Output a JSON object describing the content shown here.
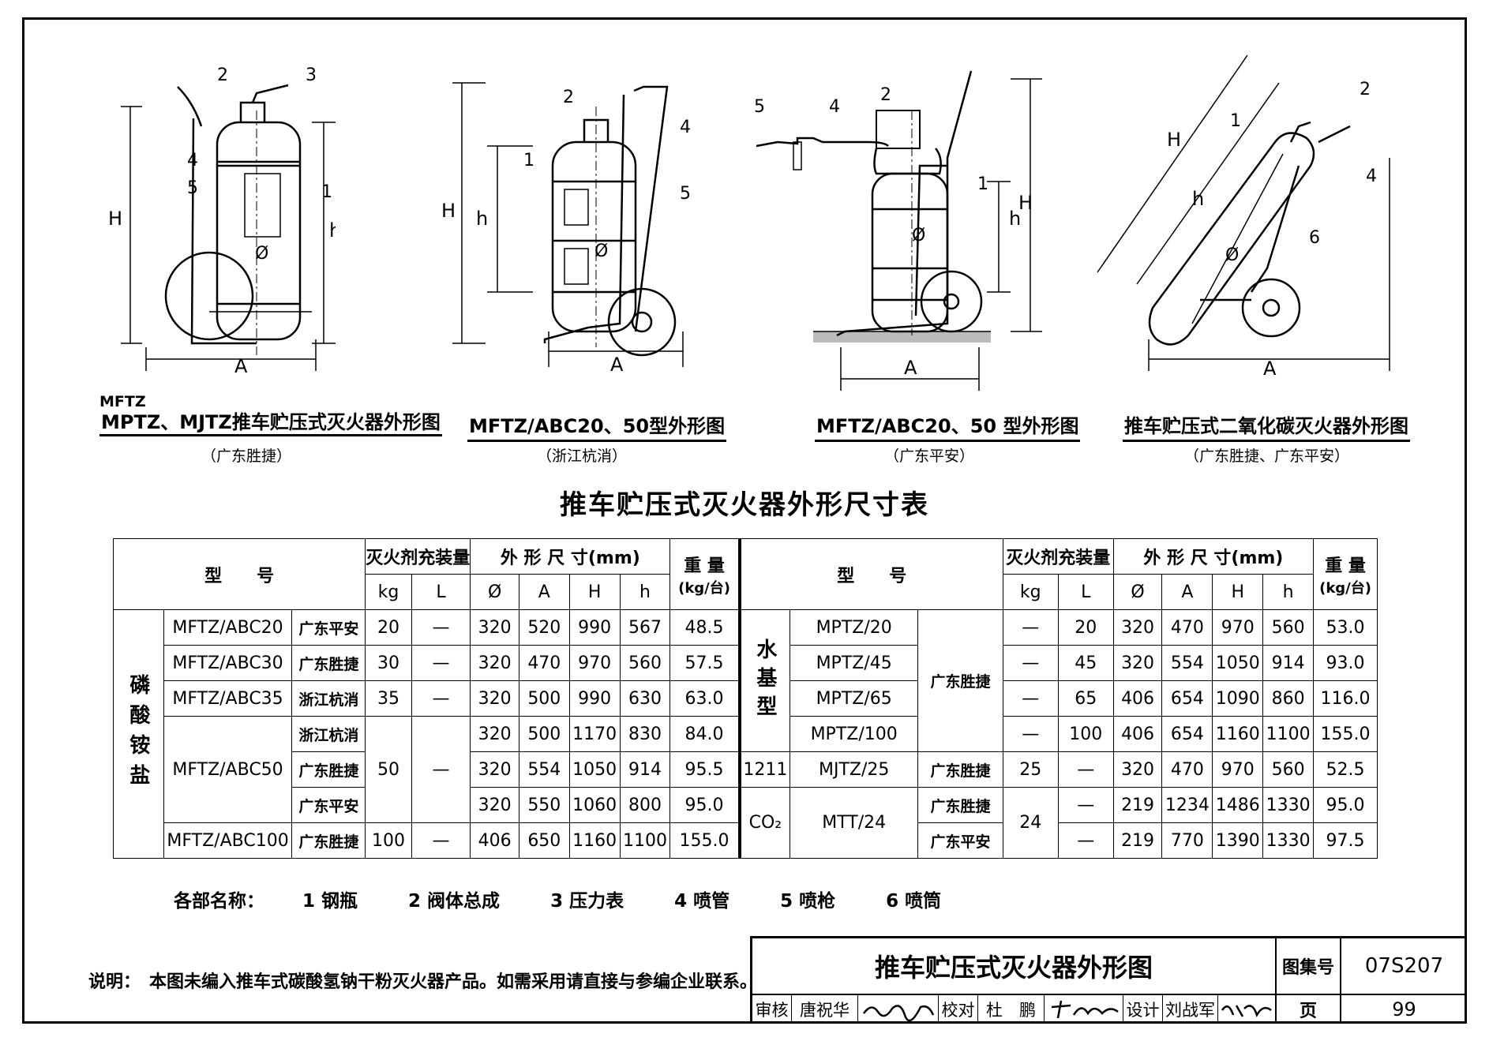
{
  "figures": [
    {
      "caption_line1": "MFTZ",
      "caption_line2": "MPTZ、MJTZ推车贮压式灭火器外形图",
      "manufacturer": "（广东胜捷）"
    },
    {
      "caption": "MFTZ/ABC20、50型外形图",
      "manufacturer": "（浙江杭消）"
    },
    {
      "caption": "MFTZ/ABC20、50 型外形图",
      "manufacturer": "（广东平安）"
    },
    {
      "caption": "推车贮压式二氧化碳灭火器外形图",
      "manufacturer": "（广东胜捷、广东平安）"
    }
  ],
  "labels": {
    "H": "H",
    "h": "h",
    "A": "A",
    "dia": "Ø",
    "n1": "1",
    "n2": "2",
    "n3": "3",
    "n4": "4",
    "n5": "5",
    "n6": "6"
  },
  "table": {
    "title": "推车贮压式灭火器外形尺寸表",
    "head": {
      "model": "型　　号",
      "fill": "灭火剂充装量",
      "dims": "外 形 尺 寸(mm)",
      "weight1": "重 量",
      "weight2": "(kg/台)",
      "kg": "kg",
      "L": "L",
      "dia": "Ø",
      "A": "A",
      "H": "H",
      "h": "h"
    },
    "left_group": "磷酸铵盐",
    "left_rows": [
      [
        "MFTZ/ABC20",
        "广东平安",
        "20",
        "—",
        "320",
        "520",
        "990",
        "567",
        "48.5"
      ],
      [
        "MFTZ/ABC30",
        "广东胜捷",
        "30",
        "—",
        "320",
        "470",
        "970",
        "560",
        "57.5"
      ],
      [
        "MFTZ/ABC35",
        "浙江杭消",
        "35",
        "—",
        "320",
        "500",
        "990",
        "630",
        "63.0"
      ],
      [
        "MFTZ/ABC50",
        "浙江杭消",
        "50",
        "—",
        "320",
        "500",
        "1170",
        "830",
        "84.0"
      ],
      [
        "",
        "广东胜捷",
        "",
        "",
        "320",
        "554",
        "1050",
        "914",
        "95.5"
      ],
      [
        "",
        "广东平安",
        "",
        "",
        "320",
        "550",
        "1060",
        "800",
        "95.0"
      ],
      [
        "MFTZ/ABC100",
        "广东胜捷",
        "100",
        "—",
        "406",
        "650",
        "1160",
        "1100",
        "155.0"
      ]
    ],
    "right_groups": {
      "water": "水基型",
      "halon": "1211",
      "co2": "CO₂"
    },
    "right_rows": [
      [
        "MPTZ/20",
        "广东胜捷",
        "—",
        "20",
        "320",
        "470",
        "970",
        "560",
        "53.0"
      ],
      [
        "MPTZ/45",
        "",
        "—",
        "45",
        "320",
        "554",
        "1050",
        "914",
        "93.0"
      ],
      [
        "MPTZ/65",
        "",
        "—",
        "65",
        "406",
        "654",
        "1090",
        "860",
        "116.0"
      ],
      [
        "MPTZ/100",
        "",
        "—",
        "100",
        "406",
        "654",
        "1160",
        "1100",
        "155.0"
      ],
      [
        "MJTZ/25",
        "广东胜捷",
        "25",
        "—",
        "320",
        "470",
        "970",
        "560",
        "52.5"
      ],
      [
        "MTT/24",
        "广东胜捷",
        "24",
        "—",
        "219",
        "1234",
        "1486",
        "1330",
        "95.0"
      ],
      [
        "",
        "广东平安",
        "",
        "—",
        "219",
        "770",
        "1390",
        "1330",
        "97.5"
      ]
    ]
  },
  "parts": {
    "label": "各部名称：",
    "items": [
      "1  钢瓶",
      "2  阀体总成",
      "3  压力表",
      "4  喷管",
      "5  喷枪",
      "6  喷筒"
    ]
  },
  "note": "说明：　本图未编入推车式碳酸氢钠干粉灭火器产品。如需采用请直接与参编企业联系。",
  "title_block": {
    "drawing_name": "推车贮压式灭火器外形图",
    "atlas_label": "图集号",
    "atlas_no": "07S207",
    "review_label": "审核",
    "reviewer": "唐祝华",
    "check_label": "校对",
    "checker": "杜　鹏",
    "design_label": "设计",
    "designer": "刘战军",
    "page_label": "页",
    "page_no": "99"
  }
}
